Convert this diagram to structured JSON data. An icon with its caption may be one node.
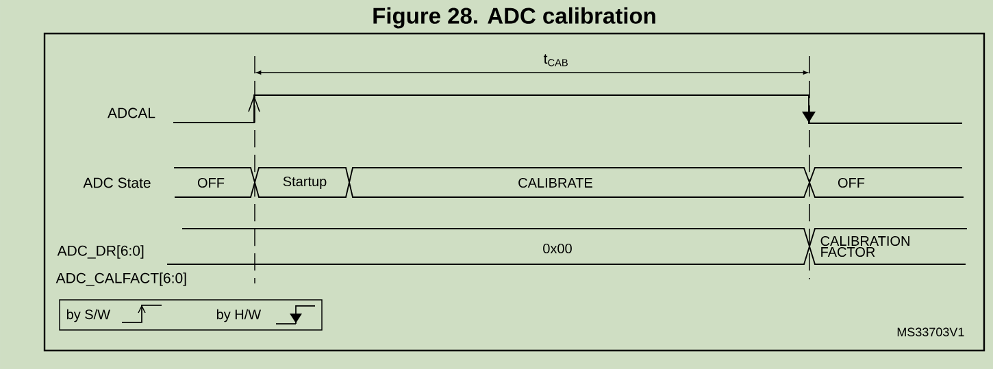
{
  "diagram": {
    "title": "Figure 28. ADC calibration",
    "nodes": [
      {
        "text": [
          "OFF"
        ]
      },
      {
        "text": [
          "Startup"
        ]
      },
      {
        "text": [
          "CALIBRATE"
        ]
      },
      {
        "text": [
          "OFF"
        ]
      },
      {
        "text": [
          "0x00"
        ]
      },
      {
        "text": [
          "CALIBRATION FACTOR"
        ]
      }
    ],
    "labels": [
      "t$_{CAB}$",
      "ADCAL",
      "ADC State",
      "ADC_DR[6:0]",
      "ADC_CALFACT[6:0]",
      "MS33703V1"
    ],
    "legend": [
      {
        "text": "by S/W"
      },
      {
        "text": "by H/W"
      }
    ]
  }
}
